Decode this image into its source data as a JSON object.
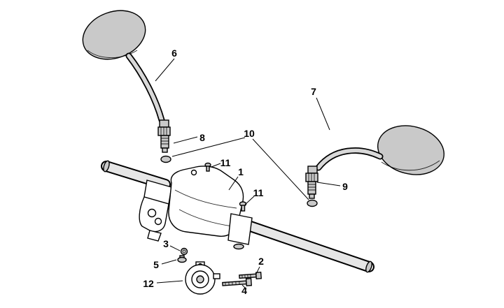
{
  "figure": {
    "type": "exploded-parts-diagram",
    "subject": "handlebar-and-mirrors",
    "background": "#ffffff",
    "part_fill": "#c9c9c9",
    "tube_fill": "#e6e6e6",
    "stem_fill": "#d8d8d8",
    "outline_color": "#000000"
  },
  "labels": [
    {
      "text": "6"
    },
    {
      "text": "8"
    },
    {
      "text": "7"
    },
    {
      "text": "9"
    },
    {
      "text": "10"
    },
    {
      "text": "1"
    },
    {
      "text": "11"
    },
    {
      "text": "11"
    },
    {
      "text": "3"
    },
    {
      "text": "5"
    },
    {
      "text": "2"
    },
    {
      "text": "4"
    },
    {
      "text": "12"
    }
  ]
}
